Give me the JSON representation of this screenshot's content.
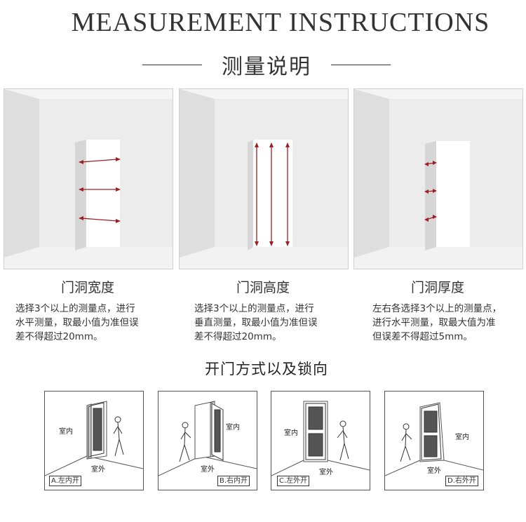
{
  "header": {
    "title": "MEASUREMENT INSTRUCTIONS",
    "subtitle": "测量说明"
  },
  "measurements": [
    {
      "title": "门洞宽度",
      "desc_lines": [
        "选择3个以上的测量点，进行",
        "水平测量，取最小值为准但误",
        "差不得超过20mm。"
      ]
    },
    {
      "title": "门洞高度",
      "desc_lines": [
        "选择3个以上的测量点，进行",
        "垂直测量，取最小值为准但误",
        "差不得超过20mm。"
      ]
    },
    {
      "title": "门洞厚度",
      "desc_lines": [
        "左右各选择3个以上的测量点，",
        "进行水平测量，取最大值为准",
        "但误差不得超过5mm。"
      ]
    }
  ],
  "opening": {
    "title": "开门方式以及锁向",
    "labels": {
      "inside": "室内",
      "outside": "室外"
    },
    "types": [
      "A.左内开",
      "B.右内开",
      "C.左外开",
      "D.右外开"
    ]
  },
  "colors": {
    "arrow": "#a01e22",
    "wall": "#e6e6e6"
  }
}
